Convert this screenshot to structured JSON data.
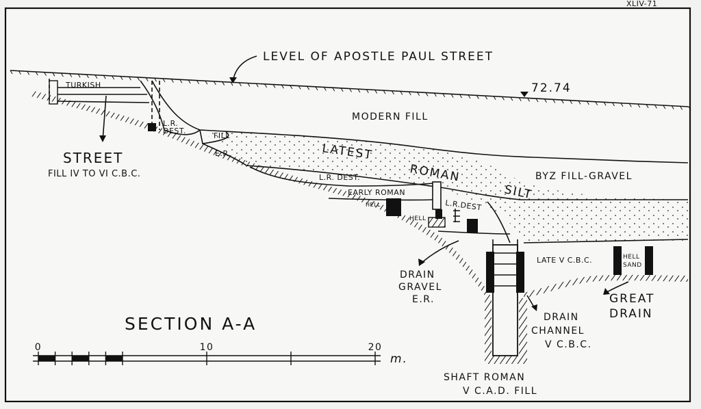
{
  "sheet_id": "XLIV-71",
  "title": "SECTION A-A",
  "street_level_label": "LEVEL OF APOSTLE PAUL STREET",
  "elevation_mark": "72.74",
  "layers": {
    "modern_fill": "MODERN FILL",
    "latest_roman_silt_1": "LATEST",
    "latest_roman_silt_2": "ROMAN",
    "latest_roman_silt_3": "SILT",
    "byz_fill": "BYZ FILL-GRAVEL",
    "lr_dest_upper_1": "L.R.",
    "lr_dest_upper_2": "DEST.",
    "fill": "FILL",
    "er": "E.R.",
    "lr_dest_mid": "L.R. DEST.",
    "early_roman": "EARLY ROMAN",
    "hell_1": "HELL",
    "hell_2": "HELL",
    "lr_dest_right": "L.R.DEST",
    "late_v_cbc": "LATE V C.B.C.",
    "hell_sand_1": "HELL",
    "hell_sand_2": "SAND",
    "turkish": "TURKISH"
  },
  "callouts": {
    "street_1": "STREET",
    "street_2": "FILL IV TO VI C.B.C.",
    "drain_gravel_1": "DRAIN",
    "drain_gravel_2": "GRAVEL",
    "drain_gravel_3": "E.R.",
    "drain_channel_1": "DRAIN",
    "drain_channel_2": "CHANNEL",
    "drain_channel_3": "V C.B.C.",
    "great_drain_1": "GREAT",
    "great_drain_2": "DRAIN",
    "shaft_1": "SHAFT ROMAN",
    "shaft_2": "V C.A.D. FILL"
  },
  "scale": {
    "min_label": "0",
    "mid_label": "10",
    "max_label": "20",
    "unit": "m.",
    "min_value": 0,
    "mid_value": 10,
    "max_value": 20
  }
}
